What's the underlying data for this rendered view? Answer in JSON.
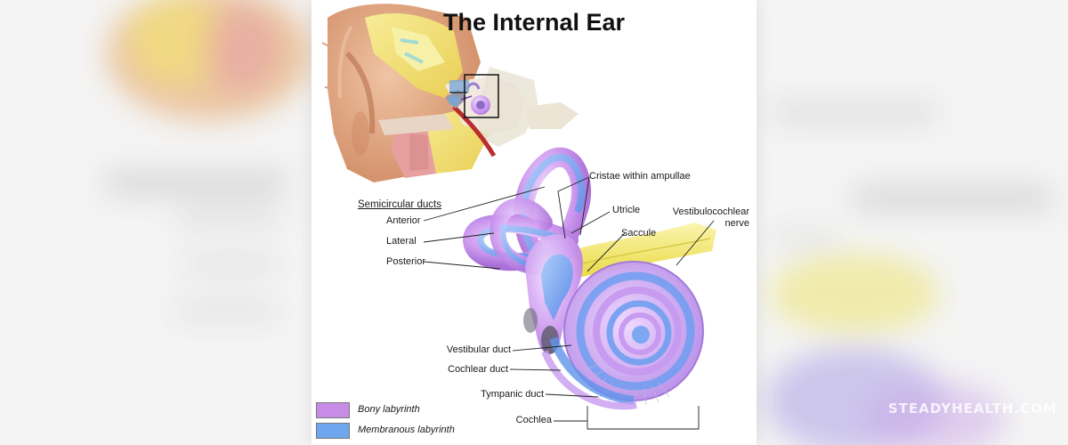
{
  "title": "The Internal Ear",
  "labels": {
    "semicircular_ducts": "Semicircular ducts",
    "anterior": "Anterior",
    "lateral": "Lateral",
    "posterior": "Posterior",
    "cristae": "Cristae within ampullae",
    "utricle": "Utricle",
    "saccule": "Saccule",
    "vestibulocochlear_line1": "Vestibulocochlear",
    "vestibulocochlear_line2": "nerve",
    "vestibular_duct": "Vestibular duct",
    "cochlear_duct": "Cochlear duct",
    "tympanic_duct": "Tympanic duct",
    "cochlea": "Cochlea"
  },
  "legend": [
    {
      "label": "Bony labyrinth",
      "color": "#c88ce6"
    },
    {
      "label": "Membranous labyrinth",
      "color": "#6fa7ee"
    }
  ],
  "watermark": "STEADYHEALTH.COM",
  "colors": {
    "bony": "#c88ce6",
    "membranous": "#6fa7ee",
    "nerve": "#f2ea7a",
    "skin": "#e7a985",
    "bone": "#f2e07a"
  }
}
